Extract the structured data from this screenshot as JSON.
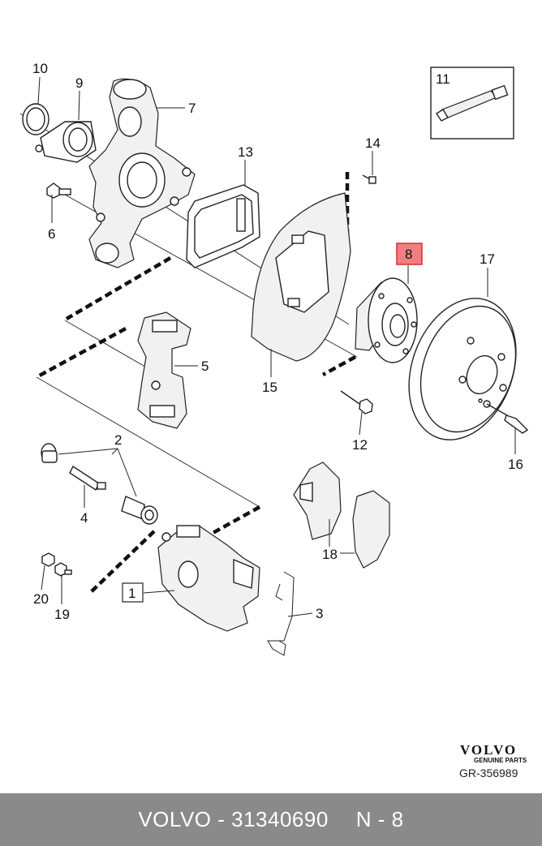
{
  "callouts": [
    "10",
    "9",
    "7",
    "11",
    "14",
    "13",
    "6",
    "8",
    "17",
    "5",
    "15",
    "12",
    "2",
    "16",
    "4",
    "18",
    "1",
    "3",
    "20",
    "19"
  ],
  "highlighted_callout": "8",
  "boxed_callout": "1",
  "brand": {
    "name": "VOLVO",
    "tagline": "GENUINE PARTS",
    "ref": "GR-356989"
  },
  "footer": {
    "part_text": "VOLVO - 31340690",
    "position_text": "N - 8"
  },
  "colors": {
    "highlight_fill": "#f08080",
    "highlight_stroke": "#d03030",
    "footer_bg": "#8a8a8a"
  }
}
